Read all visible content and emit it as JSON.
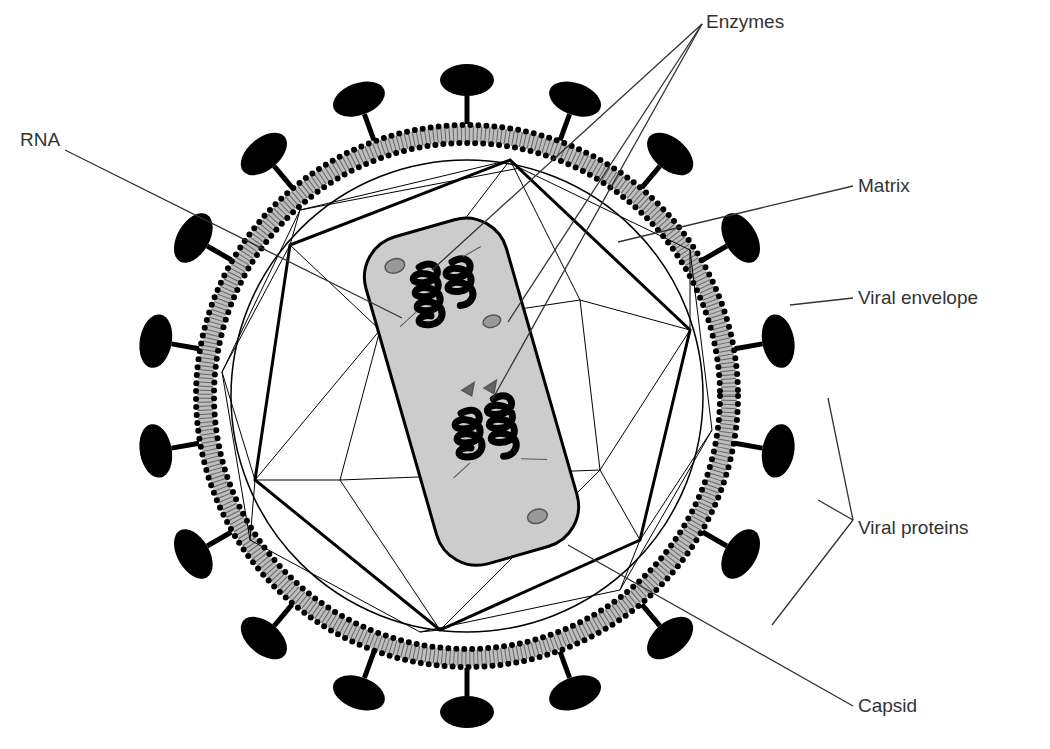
{
  "diagram": {
    "labels": [
      "Enzymes",
      "RNA",
      "Matrix",
      "Viral envelope",
      "Viral proteins",
      "Capsid"
    ]
  }
}
